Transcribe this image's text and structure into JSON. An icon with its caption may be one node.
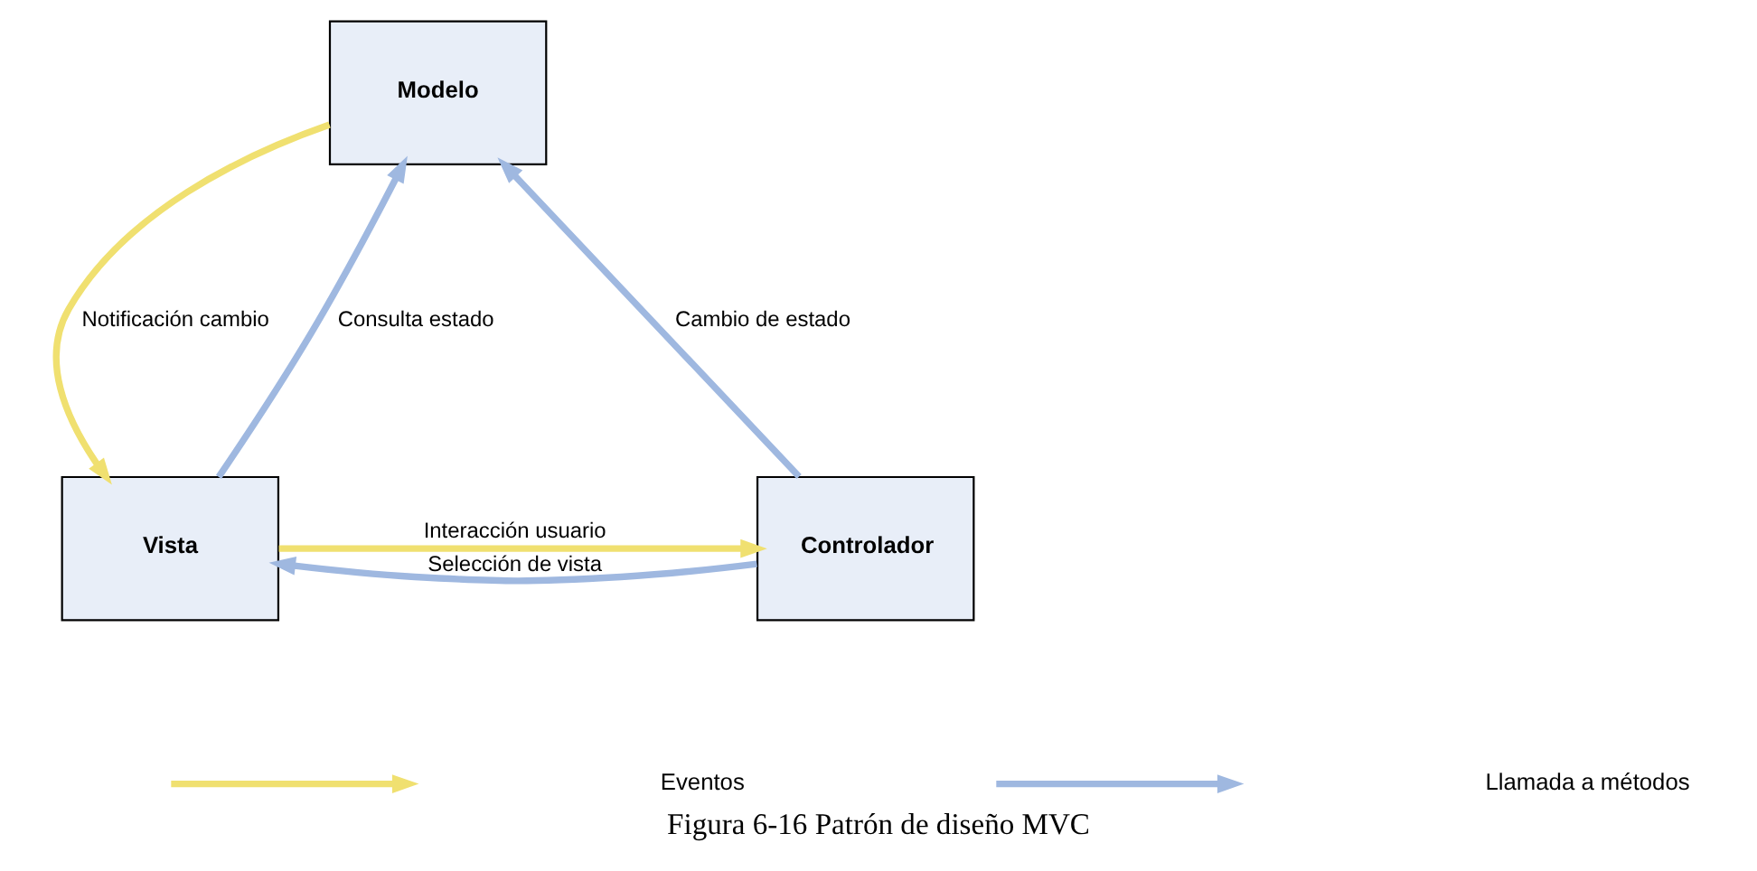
{
  "diagram": {
    "caption": "Figura 6-16 Patrón de diseño MVC",
    "nodes": [
      {
        "text": [
          "Modelo"
        ]
      },
      {
        "text": [
          "Vista"
        ]
      },
      {
        "text": [
          "Controlador"
        ]
      }
    ],
    "edges": [
      {
        "from": 0,
        "to": 1,
        "arrow": "to",
        "label": "Notificación cambio",
        "color": "#f0e070"
      },
      {
        "from": 1,
        "to": 0,
        "arrow": "to",
        "label": "Consulta estado"
      },
      {
        "from": 2,
        "to": 0,
        "arrow": "to",
        "label": "Cambio de estado"
      },
      {
        "from": 1,
        "to": 2,
        "arrow": "to",
        "label": "Interacción usuario",
        "color": "#f0e070"
      },
      {
        "from": 2,
        "to": 1,
        "arrow": "to",
        "label": "Selección de vista"
      }
    ],
    "legend": [
      {
        "text": "Eventos"
      },
      {
        "text": "Llamada a métodos"
      }
    ]
  }
}
